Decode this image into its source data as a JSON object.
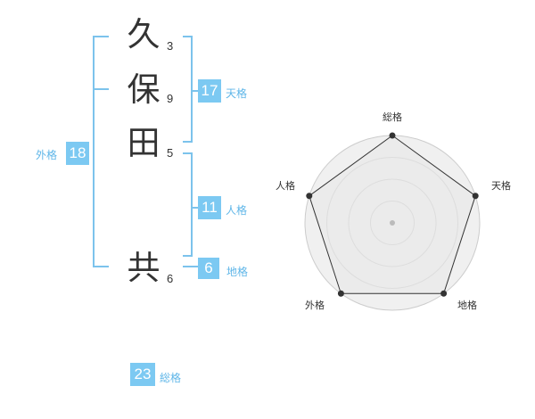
{
  "name": {
    "characters": [
      {
        "char": "久",
        "strokes": "3"
      },
      {
        "char": "保",
        "strokes": "9"
      },
      {
        "char": "田",
        "strokes": "5"
      },
      {
        "char": "共",
        "strokes": "6"
      }
    ]
  },
  "scores": {
    "tenkaku": {
      "value": "17",
      "label": "天格"
    },
    "jinkaku": {
      "value": "11",
      "label": "人格"
    },
    "chikaku": {
      "value": "6",
      "label": "地格"
    },
    "gaikaku": {
      "value": "18",
      "label": "外格"
    },
    "soukaku": {
      "value": "23",
      "label": "総格"
    }
  },
  "radar": {
    "axes": [
      "総格",
      "天格",
      "地格",
      "外格",
      "人格"
    ],
    "values": [
      1.0,
      1.0,
      1.0,
      1.0,
      1.0
    ],
    "rings": 4,
    "colors": {
      "ring_fill": "#f0f0f0",
      "ring_stroke": "#cccccc",
      "polygon_fill": "#e8e8e8",
      "polygon_stroke": "#333333",
      "point": "#333333",
      "center": "#bbbbbb"
    }
  }
}
